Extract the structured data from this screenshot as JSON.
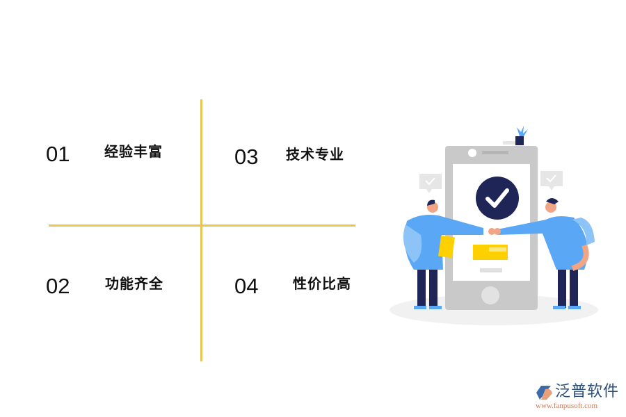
{
  "colors": {
    "divider": "#E8C552",
    "accent_dark": "#1F2557",
    "shirt_blue": "#5AA8F5",
    "highlight": "#FFD000"
  },
  "quadrants": [
    {
      "number": "01",
      "label": "经验丰富"
    },
    {
      "number": "02",
      "label": "功能齐全"
    },
    {
      "number": "03",
      "label": "技术专业"
    },
    {
      "number": "04",
      "label": "性价比高"
    }
  ],
  "illustration": {
    "icon": "checkmark-icon",
    "description": "two people fist-bumping in front of a phone with a checkmark"
  },
  "logo": {
    "name": "泛普软件",
    "url": "www.fanpusoft.com"
  }
}
